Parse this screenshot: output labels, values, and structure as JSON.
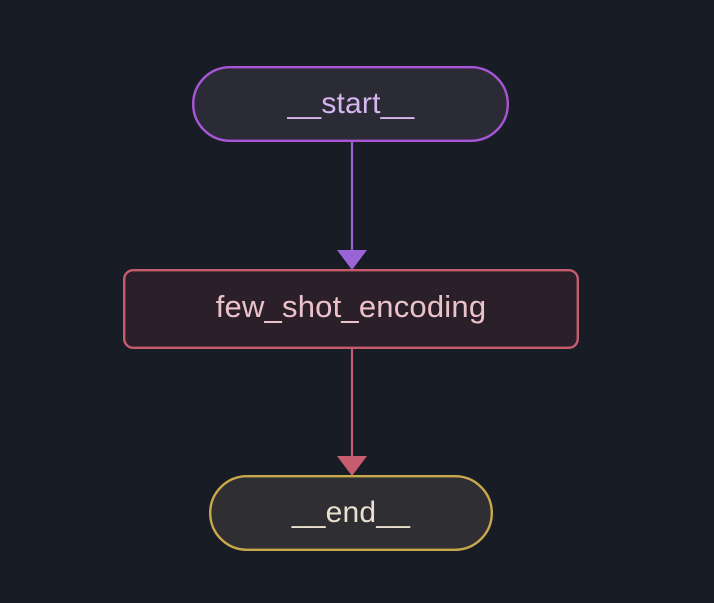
{
  "diagram": {
    "type": "flowchart",
    "orientation": "top-to-bottom",
    "background_color": "#181c25",
    "nodes": [
      {
        "id": "start",
        "label": "__start__",
        "shape": "stadium",
        "border_color": "#a855d8",
        "fill_color": "#2b2b35",
        "text_color": "#d6b6ee"
      },
      {
        "id": "few_shot_encoding",
        "label": "few_shot_encoding",
        "shape": "rounded-rect",
        "border_color": "#c75c6f",
        "fill_color": "#2b2029",
        "text_color": "#ecc2ca"
      },
      {
        "id": "end",
        "label": "__end__",
        "shape": "stadium",
        "border_color": "#c9a84c",
        "fill_color": "#2e2e33",
        "text_color": "#e9e1ce"
      }
    ],
    "edges": [
      {
        "id": "edge-start-to-few-shot-encoding",
        "from": "start",
        "to": "few_shot_encoding",
        "color": "#9a63d6",
        "arrowhead": "solid-triangle",
        "label": ""
      },
      {
        "id": "edge-few-shot-encoding-to-end",
        "from": "few_shot_encoding",
        "to": "end",
        "color": "#c75c6f",
        "arrowhead": "solid-triangle",
        "label": ""
      }
    ]
  }
}
